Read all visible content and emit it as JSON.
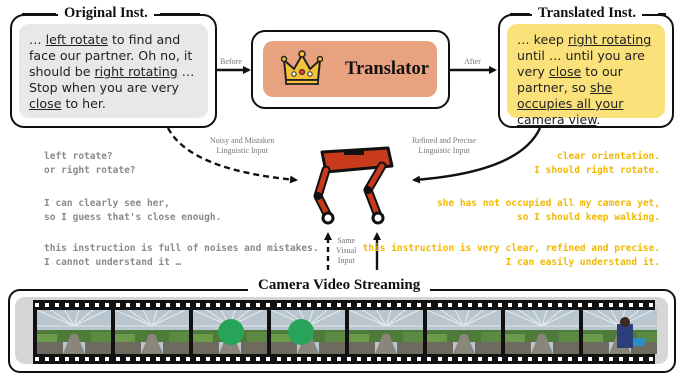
{
  "original": {
    "title": "Original Inst.",
    "segments": [
      {
        "t": "… ",
        "u": false
      },
      {
        "t": "left rotate",
        "u": true
      },
      {
        "t": " to find and face our partner. Oh no, it should be ",
        "u": false
      },
      {
        "t": "right rotating",
        "u": true
      },
      {
        "t": " … Stop when you are very ",
        "u": false
      },
      {
        "t": "close",
        "u": true
      },
      {
        "t": " to her.",
        "u": false
      }
    ]
  },
  "translated": {
    "title": "Translated Inst.",
    "segments": [
      {
        "t": "… keep ",
        "u": false
      },
      {
        "t": "right rotating",
        "u": true
      },
      {
        "t": " until … until you are very ",
        "u": false
      },
      {
        "t": "close",
        "u": true
      },
      {
        "t": " to our partner, so ",
        "u": false
      },
      {
        "t": "she occupies all your camera view",
        "u": true
      },
      {
        "t": ".",
        "u": false
      }
    ]
  },
  "translator": {
    "label": "Translator"
  },
  "labels": {
    "before": "Before",
    "after": "After",
    "noisy_1": "Noisy and Mistaken",
    "noisy_2": "Linguistic Input",
    "refined_1": "Refined and Precise",
    "refined_2": "Linguistic Input",
    "same_1": "Same",
    "same_2": "Visual",
    "same_3": "Input"
  },
  "thoughts_left": [
    [
      "left rotate?",
      "or right rotate?"
    ],
    [
      "I can clearly see her,",
      "so I guess that's close enough."
    ],
    [
      "this instruction is full of noises and mistakes.",
      "I cannot understand it …"
    ]
  ],
  "thoughts_right": [
    [
      "clear orientation.",
      "I should right rotate."
    ],
    [
      "she has not occupied all my camera yet,",
      "so I should keep walking."
    ],
    [
      "this instruction is very clear, refined and precise.",
      "I can easily understand it."
    ]
  ],
  "camera": {
    "title": "Camera Video Streaming",
    "frame_count": 8
  },
  "colors": {
    "original_bg": "#e8e8e8",
    "translated_bg": "#fbe17a",
    "translator_bg": "#e9a27f",
    "thought_left": "#8a8a8a",
    "thought_right": "#f2b800",
    "robot_red": "#c73a1c"
  }
}
